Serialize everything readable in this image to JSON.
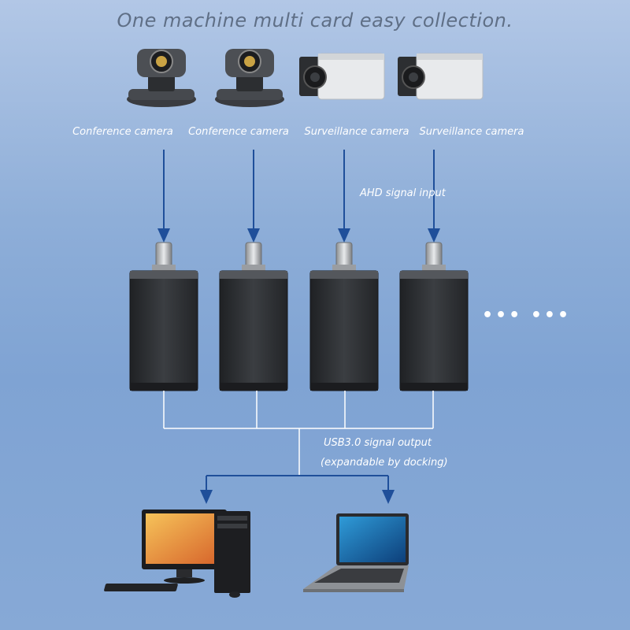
{
  "title": "One machine multi card easy collection.",
  "cameras": [
    {
      "label": "Conference camera",
      "icon": "conference-camera-icon"
    },
    {
      "label": "Conference camera",
      "icon": "conference-camera-icon"
    },
    {
      "label": "Surveillance camera",
      "icon": "surveillance-camera-icon"
    },
    {
      "label": "Surveillance camera",
      "icon": "surveillance-camera-icon"
    }
  ],
  "ahd_label": "AHD signal input",
  "usb_label_line1": "USB3.0 signal output",
  "usb_label_line2": "(expandable by docking)",
  "ellipsis": "••• •••",
  "colors": {
    "arrow": "#1f4f9a",
    "card": "#2f3134",
    "line": "#ffffff"
  },
  "computers": [
    {
      "icon": "desktop-computer-icon"
    },
    {
      "icon": "laptop-icon"
    }
  ]
}
